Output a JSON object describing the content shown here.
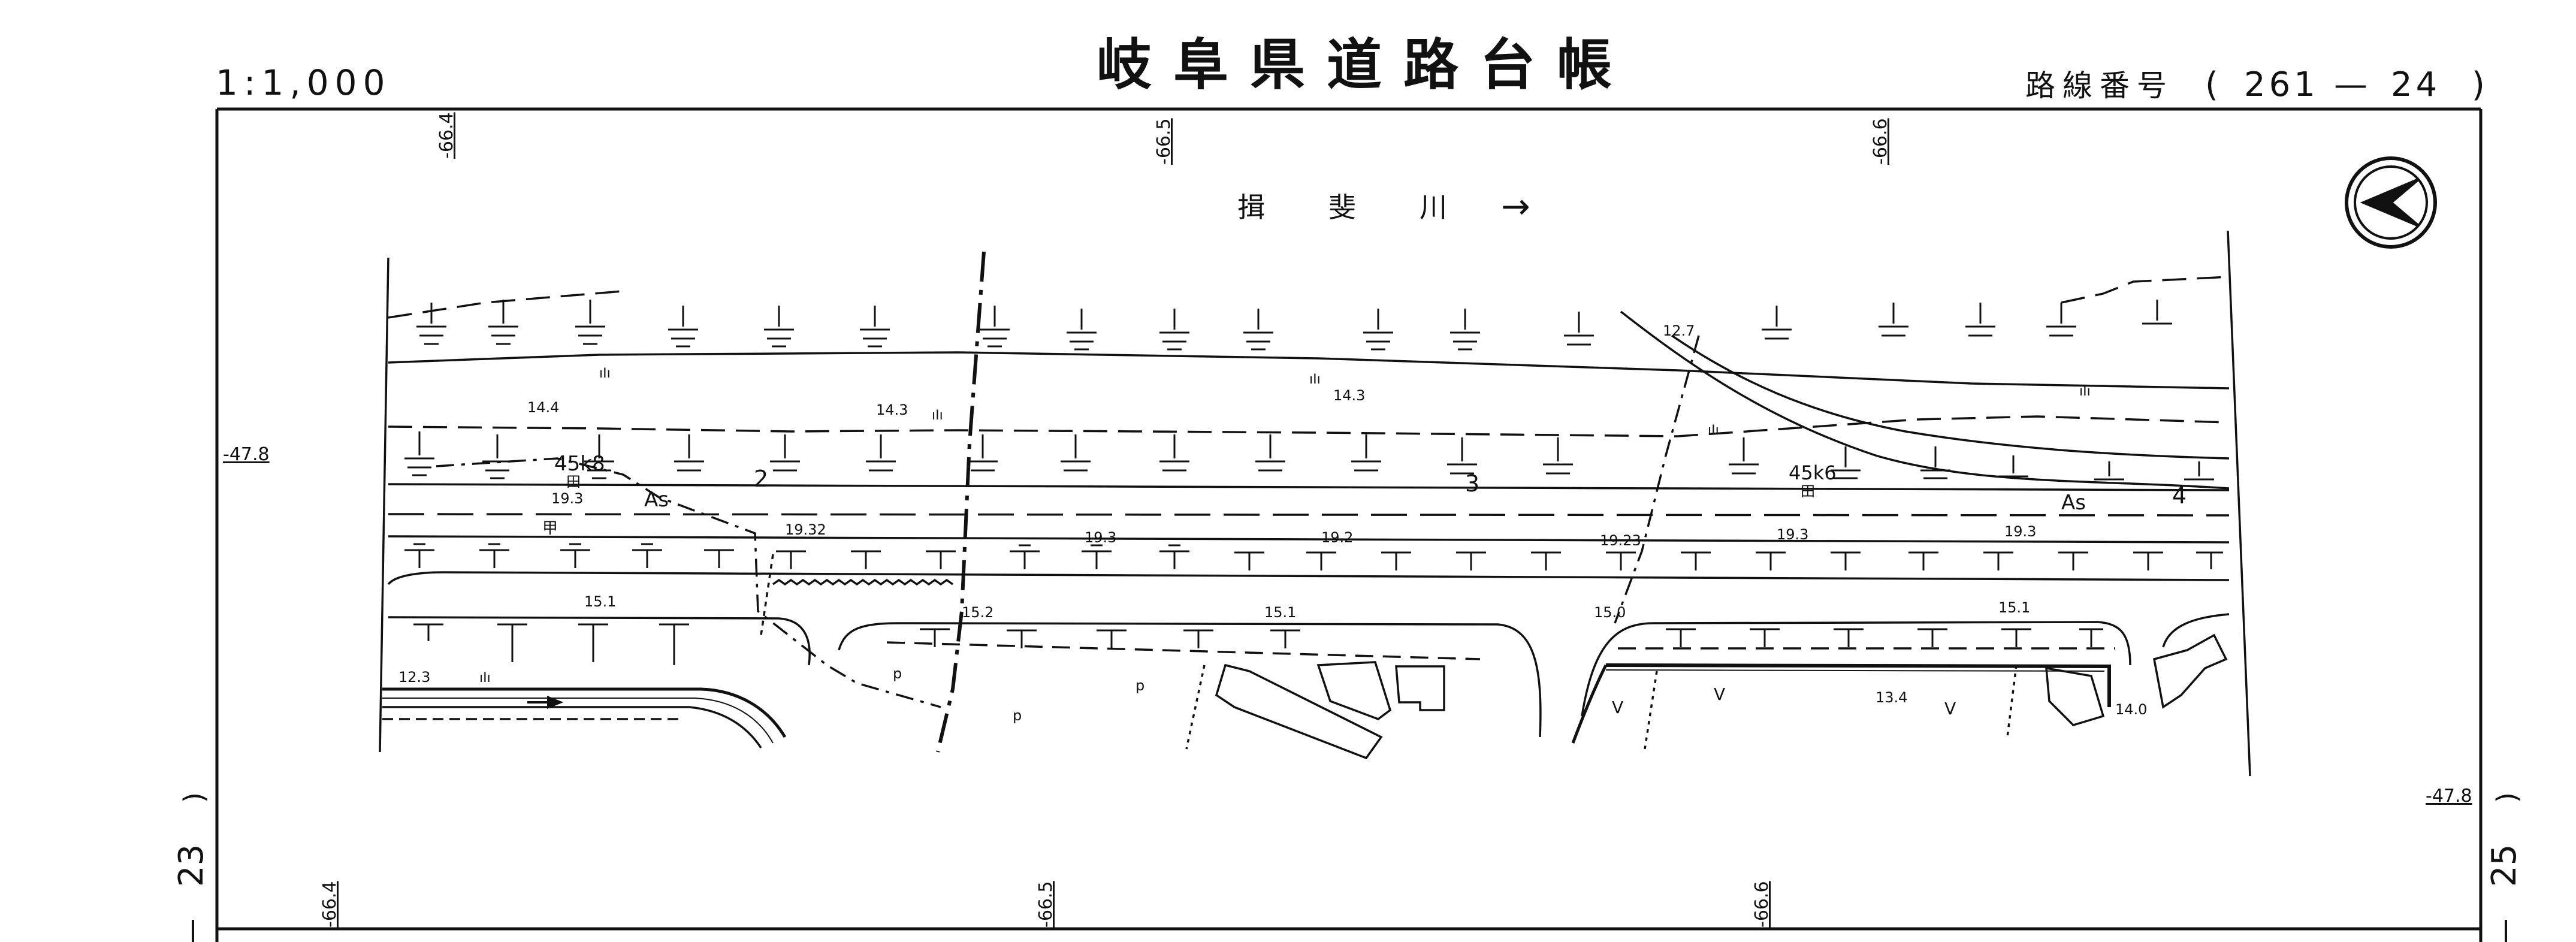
{
  "header": {
    "scale": "1:1,000",
    "title": "岐阜県道路台帳",
    "route_label": "路線番号",
    "route_open": "(",
    "route_number": "261",
    "route_dash": "—",
    "sheet_number": "24",
    "route_close": ")"
  },
  "river": {
    "name": "揖　斐　川",
    "flow_arrow": "→"
  },
  "neighbor_sheets": {
    "left": "23",
    "right": "25"
  },
  "grid_labels": {
    "x_top": [
      "-66.4",
      "-66.5",
      "-66.6"
    ],
    "x_bottom": [
      "-66.4",
      "-66.5",
      "-66.6"
    ],
    "y_left": "-47.8",
    "y_right": "-47.8"
  },
  "road": {
    "surface_label": "As",
    "kilometer_posts": [
      "45k8",
      "45k6"
    ],
    "stations": [
      "2",
      "3",
      "4"
    ]
  },
  "elevations": {
    "upper_bank": [
      "14.4",
      "14.3",
      "14.3"
    ],
    "road_left": "19.3",
    "road_centerline": [
      "19.32",
      "19.3",
      "19.2",
      "19.23",
      "19.3",
      "19.3"
    ],
    "lower_bank": [
      "15.1",
      "15.2",
      "15.1",
      "15.0",
      "15.1"
    ],
    "low_ground": [
      "12.3",
      "13.4",
      "14.0"
    ],
    "ramp": "12.7"
  },
  "symbols": {
    "paddy": "田",
    "benchmark": "甲",
    "grass": "ıIı",
    "field": "p",
    "check": "V"
  },
  "colors": {
    "ink": "#111111",
    "paper": "#ffffff"
  }
}
